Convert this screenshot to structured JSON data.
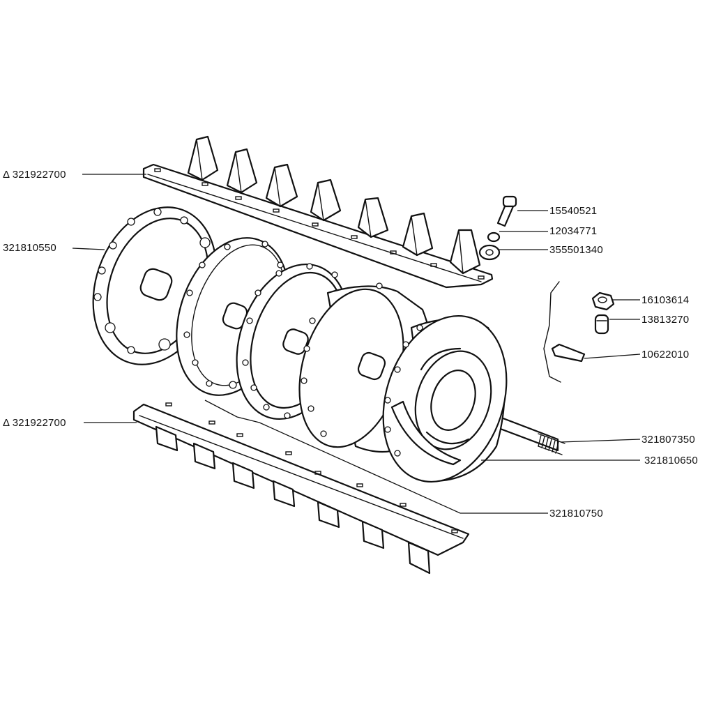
{
  "labels": {
    "top_strip": "Δ 321922700",
    "left_ring": "321810550",
    "bolt": "15540521",
    "lock_washer": "12034771",
    "washer": "355501340",
    "nut": "16103614",
    "spacer": "13813270",
    "key": "10622010",
    "shaft": "321807350",
    "front_disc": "321810650",
    "bottom_strip": "Δ 321922700",
    "drum_assembly": "321810750"
  }
}
